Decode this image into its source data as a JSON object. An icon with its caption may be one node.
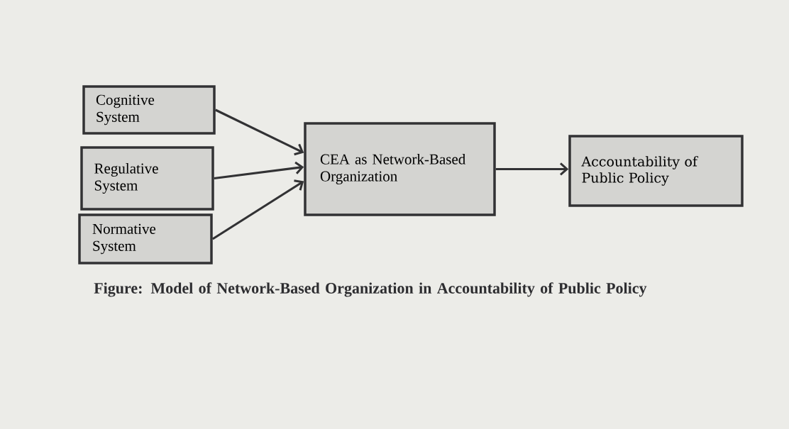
{
  "diagram": {
    "caption": "Figure: Model of Network-Based Organization in Accountability of Public Policy",
    "nodes": [
      {
        "text": [
          "Cognitive System"
        ]
      },
      {
        "text": [
          "Regulative System"
        ]
      },
      {
        "text": [
          "Normative System"
        ]
      },
      {
        "text": [
          "CEA as Network-Based Organization"
        ]
      },
      {
        "text": [
          "Accountability of Public Policy"
        ]
      }
    ],
    "edges": [
      {
        "from": 0,
        "to": 3,
        "arrow": "to"
      },
      {
        "from": 1,
        "to": 3,
        "arrow": "to"
      },
      {
        "from": 2,
        "to": 3,
        "arrow": "to"
      },
      {
        "from": 3,
        "to": 4,
        "arrow": "to"
      }
    ]
  }
}
